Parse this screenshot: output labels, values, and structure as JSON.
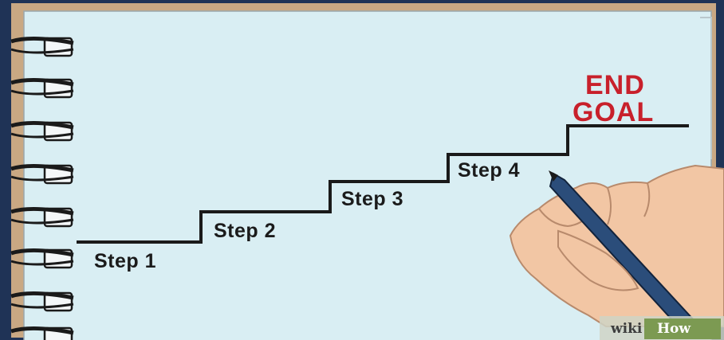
{
  "illustration": {
    "steps": [
      {
        "label": "Step 1"
      },
      {
        "label": "Step 2"
      },
      {
        "label": "Step 3"
      },
      {
        "label": "Step 4"
      }
    ],
    "goal": {
      "line1": "END",
      "line2": "GOAL"
    },
    "colors": {
      "frame": "#1f3356",
      "paper": "#d9eef3",
      "stairs": "#1a1a1a",
      "goal_text": "#c8202b",
      "pencil": "#2b4d7a",
      "skin": "#f2c6a4"
    }
  },
  "watermark": {
    "brand_prefix": "wiki",
    "brand_suffix": "How"
  }
}
